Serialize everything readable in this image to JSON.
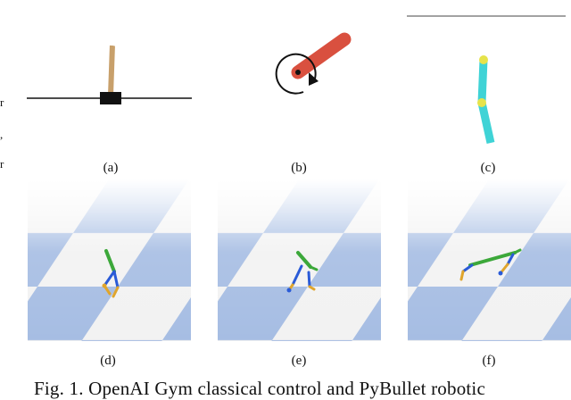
{
  "labels": {
    "a": "(a)",
    "b": "(b)",
    "c": "(c)",
    "d": "(d)",
    "e": "(e)",
    "f": "(f)"
  },
  "caption": "Fig. 1. OpenAI Gym classical control and PyBullet robotic",
  "colors": {
    "floor_blue": "#a6bde3",
    "floor_white": "#f2f2f2",
    "sky": "#ffffff",
    "cart": "#111111",
    "pole": "#c8a06b",
    "pendulum": "#d9503f",
    "acrobot_link": "#3fd3d6",
    "acrobot_joint": "#e6e34a",
    "robot_green": "#3ca83a",
    "robot_blue": "#2a5bd7",
    "robot_orange": "#e0a52c"
  }
}
